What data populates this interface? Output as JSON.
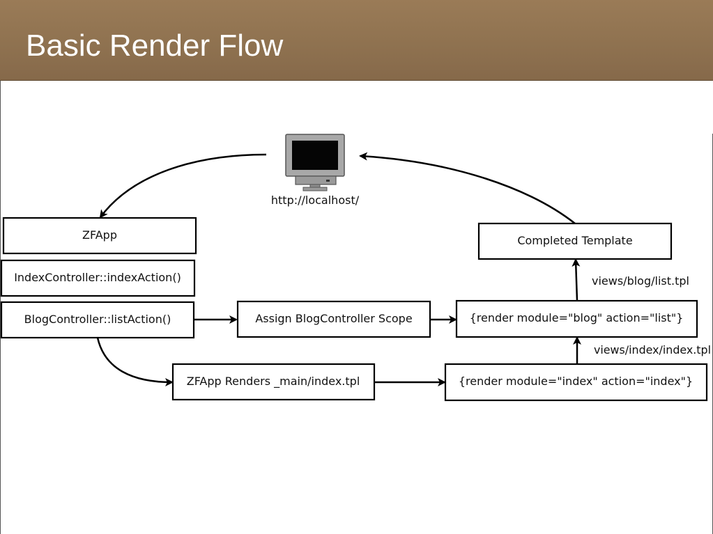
{
  "slide": {
    "title": "Basic Render Flow"
  },
  "diagram": {
    "browser": {
      "url": "http://localhost/"
    },
    "nodes": {
      "zfapp": "ZFApp",
      "index_controller": "IndexController::indexAction()",
      "blog_controller": "BlogController::listAction()",
      "assign_scope": "Assign BlogController Scope",
      "zfapp_renders": "ZFApp Renders _main/index.tpl",
      "render_blog": "{render module=\"blog\" action=\"list\"}",
      "render_index": "{render module=\"index\" action=\"index\"}",
      "completed_template": "Completed Template"
    },
    "edge_labels": {
      "blog_view": "views/blog/list.tpl",
      "index_view": "views/index/index.tpl"
    }
  },
  "colors": {
    "header_bg": "#8f7250",
    "title_text": "#ffffff",
    "stroke": "#000000"
  }
}
